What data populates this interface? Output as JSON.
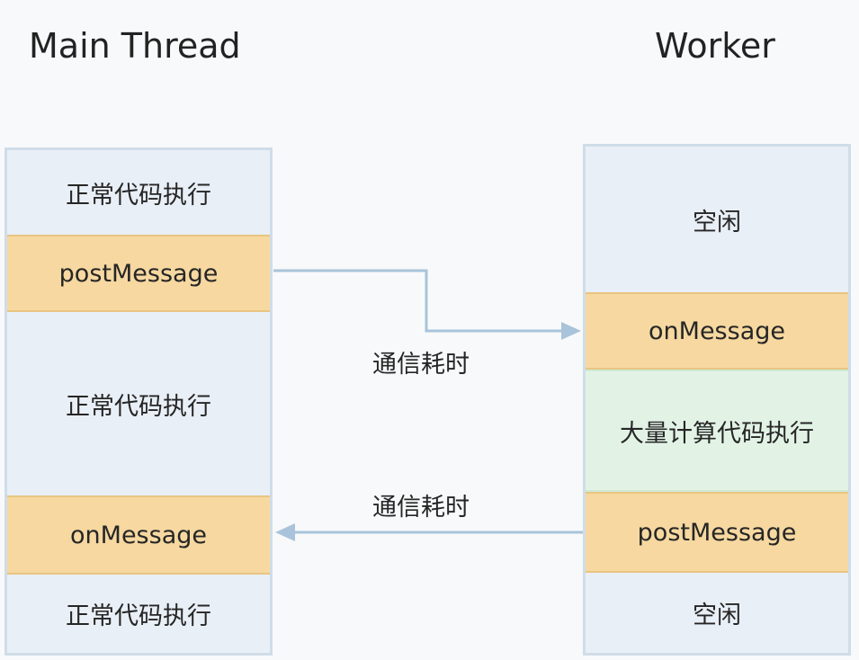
{
  "titles": {
    "main": "Main Thread",
    "worker": "Worker"
  },
  "main_thread": {
    "blocks": [
      {
        "label": "正常代码执行",
        "kind": "plain"
      },
      {
        "label": "postMessage",
        "kind": "message"
      },
      {
        "label": "正常代码执行",
        "kind": "plain"
      },
      {
        "label": "onMessage",
        "kind": "message"
      },
      {
        "label": "正常代码执行",
        "kind": "plain"
      }
    ]
  },
  "worker": {
    "blocks": [
      {
        "label": "空闲",
        "kind": "plain"
      },
      {
        "label": "onMessage",
        "kind": "message"
      },
      {
        "label": "大量计算代码执行",
        "kind": "heavy"
      },
      {
        "label": "postMessage",
        "kind": "message"
      },
      {
        "label": "空闲",
        "kind": "plain"
      }
    ]
  },
  "arrows": [
    {
      "from": "postMessage",
      "to": "onMessage",
      "direction": "main-to-worker",
      "label": "通信耗时"
    },
    {
      "from": "postMessage",
      "to": "onMessage",
      "direction": "worker-to-main",
      "label": "通信耗时"
    }
  ],
  "colors": {
    "column_fill": "#e9eff6",
    "column_border": "#cfdde9",
    "message_fill": "#f6d8a0",
    "heavy_fill": "#e2f3e6",
    "arrow": "#a9c4da"
  }
}
